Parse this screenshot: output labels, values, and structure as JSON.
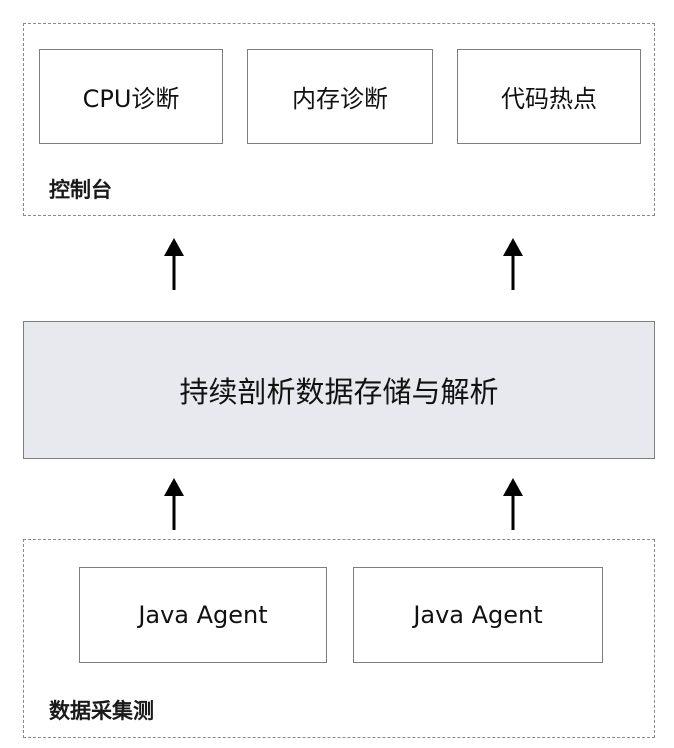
{
  "console": {
    "label": "控制台",
    "items": [
      {
        "label": "CPU诊断"
      },
      {
        "label": "内存诊断"
      },
      {
        "label": "代码热点"
      }
    ]
  },
  "storage": {
    "label": "持续剖析数据存储与解析"
  },
  "collection": {
    "label": "数据采集测",
    "items": [
      {
        "label": "Java Agent"
      },
      {
        "label": "Java Agent"
      }
    ]
  }
}
